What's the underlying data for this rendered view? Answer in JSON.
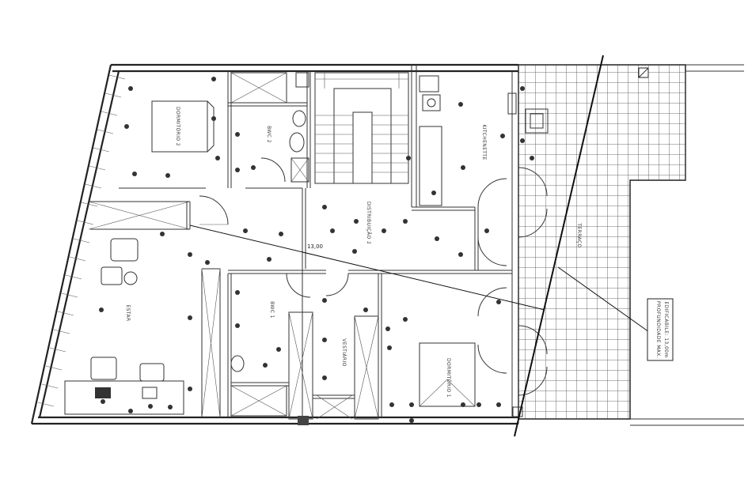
{
  "rooms": {
    "dormitorio_2": "DORMITÓRIO 2",
    "bwc_2": "BWC 2",
    "distribuicao_2": "DISTRIBUIÇÃO 2",
    "kitchenette": "KITCHENETTE",
    "estar": "ESTAR",
    "bwc_1": "BWC 1",
    "vestiario": "VESTIÁRIO",
    "dormitorio_1": "DORMITÓRIO 1",
    "terraco": "TERRAÇO"
  },
  "dimension": "13,00",
  "annotation": {
    "line1": "PROFUNDIDADE MAX.",
    "line2": "EDIFICABILE: 13,00m"
  }
}
